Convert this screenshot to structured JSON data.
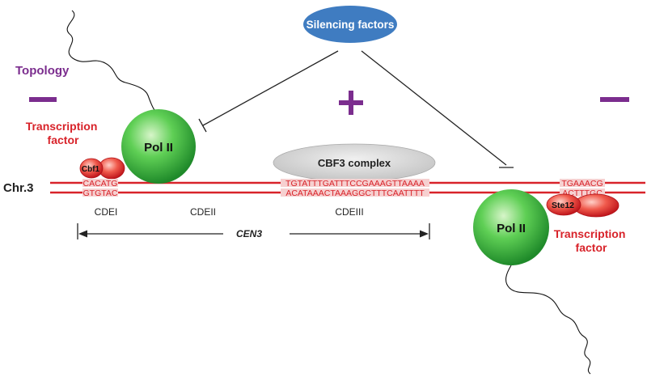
{
  "silencing_factors": "Silencing factors",
  "topology_label": "Topology",
  "topology_signs": {
    "left": "−",
    "center": "+",
    "right": "−"
  },
  "transcription_factor_left": [
    "Transcription",
    "factor"
  ],
  "transcription_factor_right": [
    "Transcription",
    "factor"
  ],
  "pol_left": "Pol II",
  "pol_right": "Pol II",
  "cbf1": "Cbf1",
  "ste12": "Ste12",
  "cbf3": "CBF3 complex",
  "chromosome": "Chr.3",
  "seq": {
    "cdei_top": "CACATG",
    "cdei_bottom": "GTGTAC",
    "cdeiii_top": "TGTATTTGATTTCCGAAAGTTAAAA",
    "cdeiii_bottom": "ACATAAACTAAAGGCTTTCAATTTT",
    "right_top": "TGAAACG",
    "right_bottom": "ACTTTGC"
  },
  "regions": {
    "cdei": "CDEI",
    "cdeii": "CDEII",
    "cdeiii": "CDEIII"
  },
  "cen3": "CEN3",
  "colors": {
    "red": "#d8232a",
    "purple": "#7b2d8e",
    "blue": "#3f7cc1",
    "green": "#2fa83f",
    "grey": "#d0d0d0"
  }
}
